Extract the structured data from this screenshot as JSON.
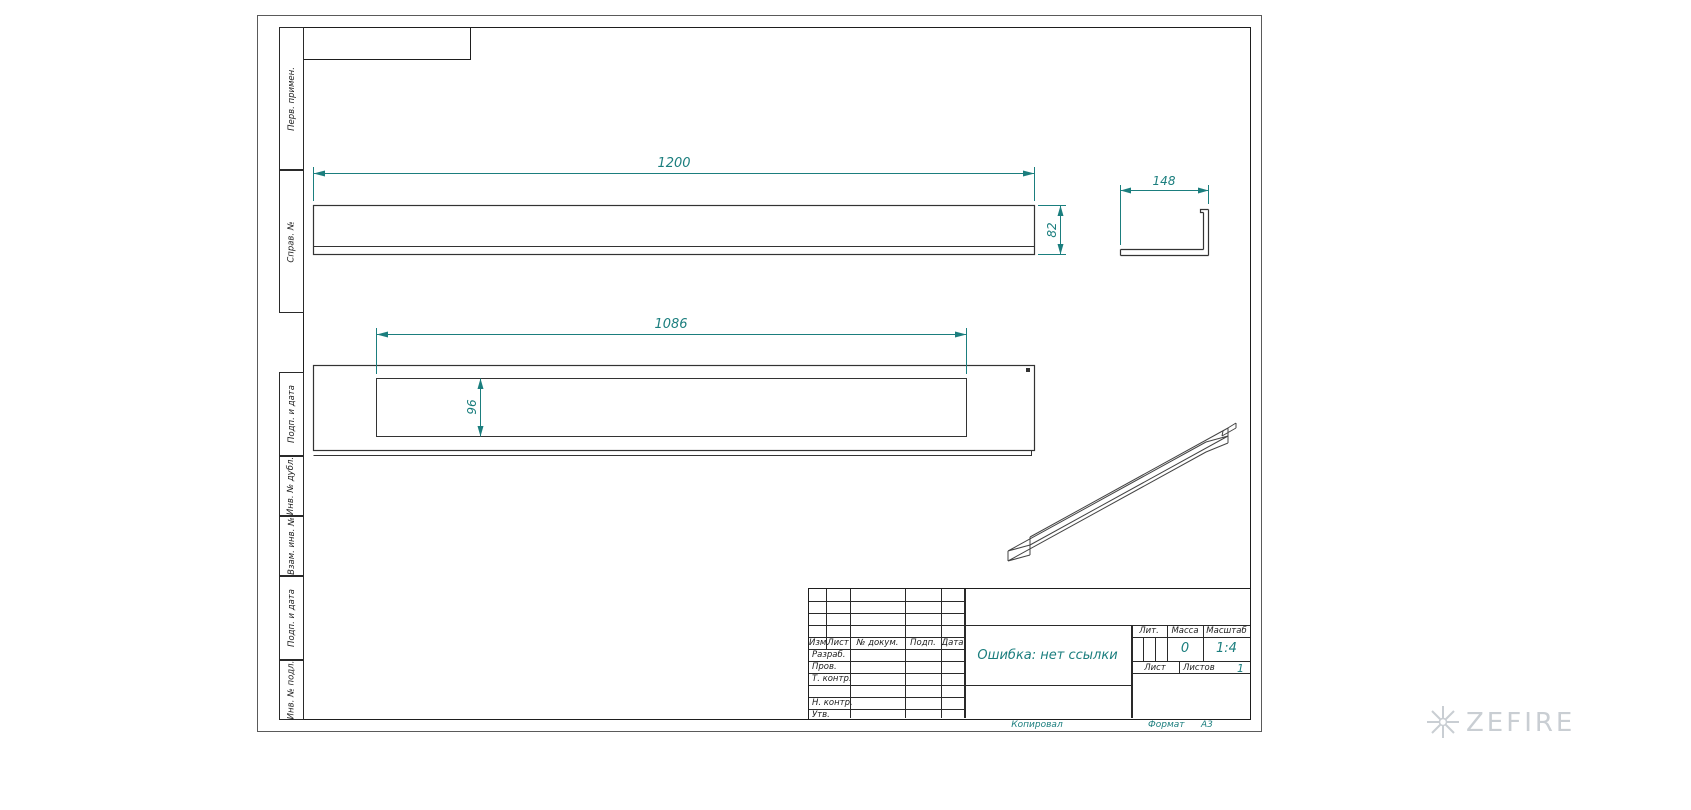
{
  "colors": {
    "accent": "#1b7e7e",
    "line": "#333333",
    "frame": "#1e1e1e",
    "watermark": "#c9ced3"
  },
  "dims": {
    "length": "1200",
    "height": "82",
    "depth": "148",
    "opening_length": "1086",
    "opening_width": "96"
  },
  "margin_labels": {
    "perv_primen": "Перв. примен.",
    "sprav_no": "Справ. №",
    "podp_data_1": "Подп. и дата",
    "inv_dubl": "Инв. № дубл.",
    "vzam_inv": "Взам. инв. №",
    "podp_data_2": "Подп. и дата",
    "inv_podl": "Инв. № подл."
  },
  "title_block": {
    "header": {
      "izm": "Изм.",
      "list": "Лист",
      "doc": "№ докум.",
      "podp": "Подп.",
      "data": "Дата"
    },
    "rows": {
      "razrab": "Разраб.",
      "prov": "Пров.",
      "tkontr": "Т. контр.",
      "nkontr": "Н. контр.",
      "utv": "Утв."
    },
    "doc_name": "Ошибка: нет ссылки",
    "lit_label": "Лит.",
    "mass_label": "Масса",
    "scale_label": "Масштаб",
    "mass_value": "0",
    "scale_value": "1:4",
    "sheet_label": "Лист",
    "sheets_label": "Листов",
    "sheets_value": "1"
  },
  "footer": {
    "copied": "Копировал",
    "format_label": "Формат",
    "format_value": "А3"
  },
  "watermark": {
    "text": "ZEFIRE"
  }
}
